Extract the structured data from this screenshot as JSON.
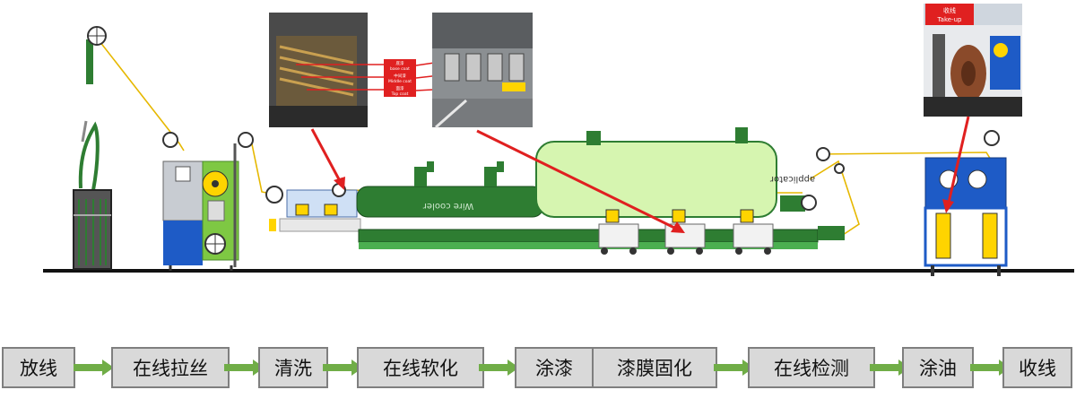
{
  "photo_labels": {
    "coat_base_cn": "底漆",
    "coat_base_en": "base coat",
    "coat_middle_cn": "中间漆",
    "coat_middle_en": "Middle coat",
    "coat_top_cn": "面漆",
    "coat_top_en": "Top coat",
    "takeup_cn": "收线",
    "takeup_en": "Take-up"
  },
  "machine_labels": {
    "wire_cooler": "Wire cooler",
    "applicator": "applicator"
  },
  "steps": [
    {
      "label": "放线"
    },
    {
      "label": "在线拉丝"
    },
    {
      "label": "清洗"
    },
    {
      "label": "在线软化"
    },
    {
      "label": "涂漆"
    },
    {
      "label": "漆膜固化"
    },
    {
      "label": "在线检测"
    },
    {
      "label": "涂油"
    },
    {
      "label": "收线"
    }
  ],
  "colors": {
    "step_fill": "#d9d9d9",
    "step_border": "#7f7f7f",
    "flow_arrow": "#70ad47",
    "callout_arrow": "#e02020",
    "oven_fill": "#d6f5b0",
    "machine_green": "#2e7d32",
    "machine_blue": "#1e5bc6",
    "wire_yellow": "#e6b800"
  }
}
